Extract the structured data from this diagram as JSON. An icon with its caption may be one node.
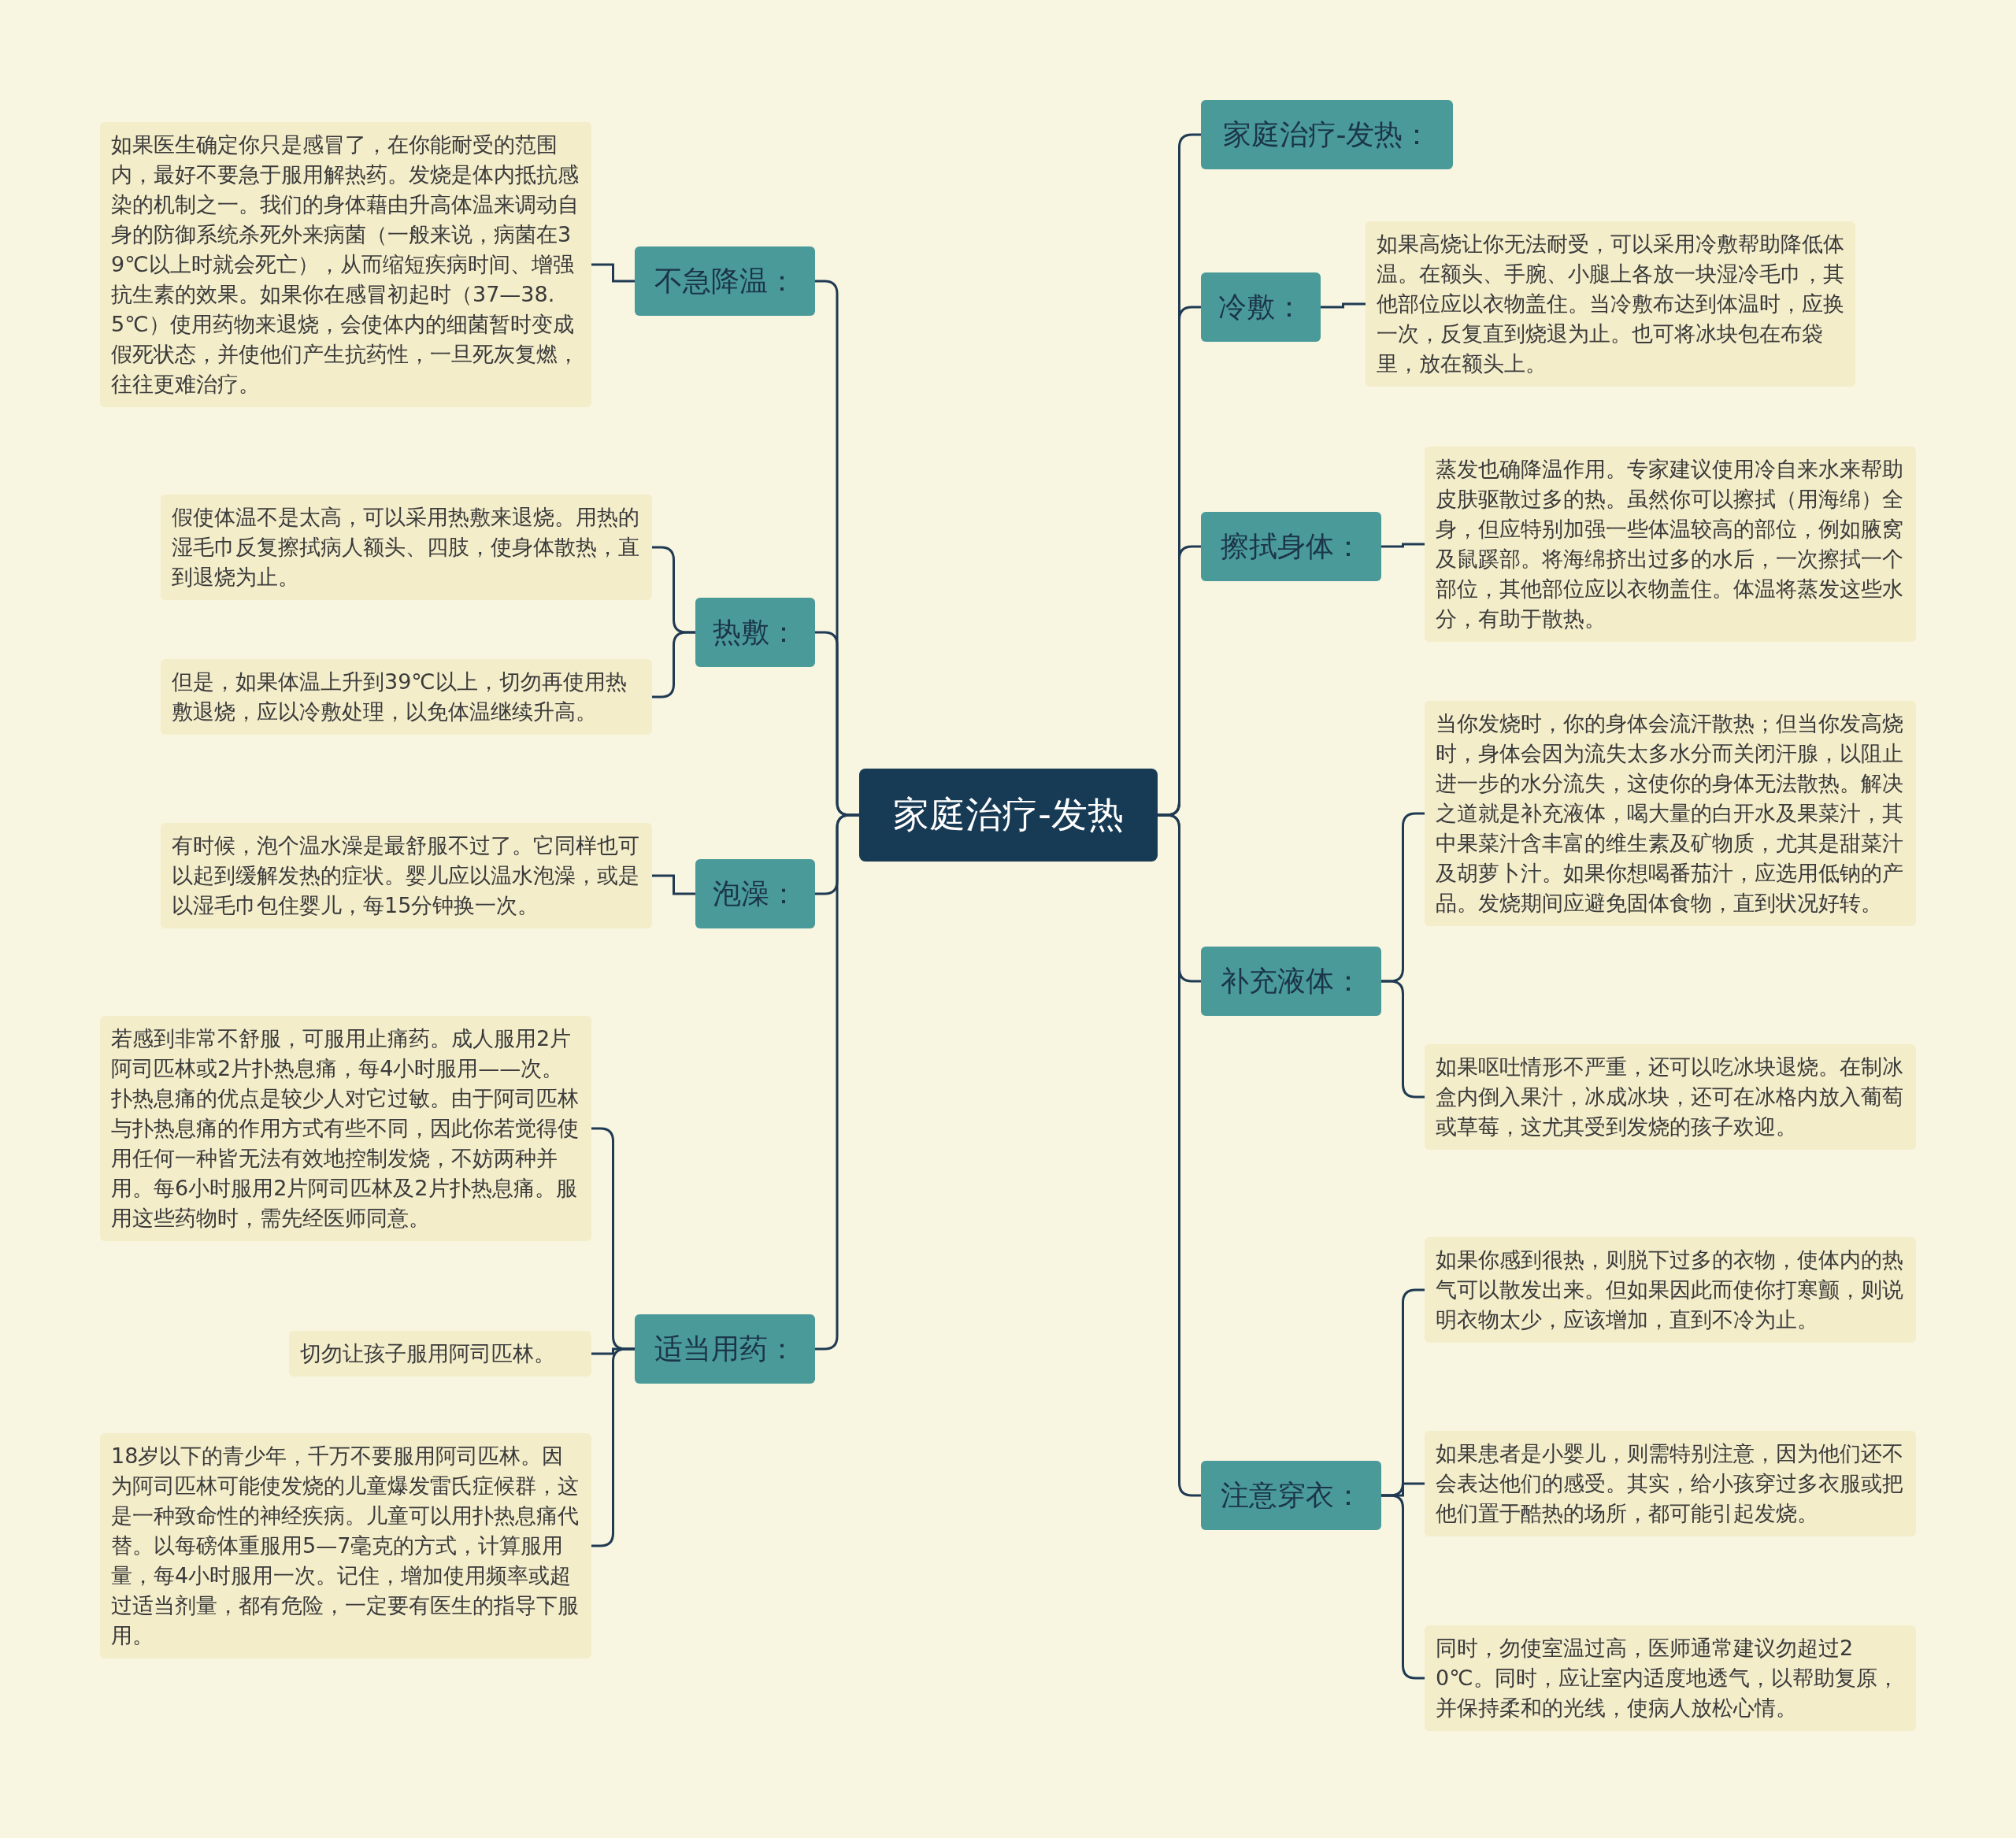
{
  "diagram": {
    "nodes": [
      {
        "text": [
          "家庭治疗-发热"
        ]
      },
      {
        "text": [
          "不急降温："
        ]
      },
      {
        "text": [
          "如果医生确定你只是感冒了，在你能耐受的范围内，最好不要急于服用解热药。发烧是体内抵抗感染的机制之一。我们的身体藉由升高体温来调动自身的防御系统杀死外来病菌（一般来说，病菌在39℃以上时就会死亡），从而缩短疾病时间、增强抗生素的效果。如果你在感冒初起时（37—38.5℃）使用药物来退烧，会使体内的细菌暂时变成假死状态，并使他们产生抗药性，一旦死灰复燃，往往更难治疗。"
        ]
      },
      {
        "text": [
          "热敷："
        ]
      },
      {
        "text": [
          "假使体温不是太高，可以采用热敷来退烧。用热的湿毛巾反复擦拭病人额头、四肢，使身体散热，直到退烧为止。"
        ]
      },
      {
        "text": [
          "但是，如果体温上升到39℃以上，切勿再使用热敷退烧，应以冷敷处理，以免体温继续升高。"
        ]
      },
      {
        "text": [
          "泡澡："
        ]
      },
      {
        "text": [
          "有时候，泡个温水澡是最舒服不过了。它同样也可以起到缓解发热的症状。婴儿应以温水泡澡，或是以湿毛巾包住婴儿，每15分钟换一次。"
        ]
      },
      {
        "text": [
          "适当用药："
        ]
      },
      {
        "text": [
          "若感到非常不舒服，可服用止痛药。成人服用2片阿司匹林或2片扑热息痛，每4小时服用——次。扑热息痛的优点是较少人对它过敏。由于阿司匹林与扑热息痛的作用方式有些不同，因此你若觉得使用任何一种皆无法有效地控制发烧，不妨两种并用。每6小时服用2片阿司匹林及2片扑热息痛。服用这些药物时，需先经医师同意。"
        ]
      },
      {
        "text": [
          "切勿让孩子服用阿司匹林。"
        ]
      },
      {
        "text": [
          "18岁以下的青少年，千万不要服用阿司匹林。因为阿司匹林可能使发烧的儿童爆发雷氏症候群，这是一种致命性的神经疾病。儿童可以用扑热息痛代替。以每磅体重服用5—7毫克的方式，计算服用量，每4小时服用一次。记住，增加使用频率或超过适当剂量，都有危险，一定要有医生的指导下服用。"
        ]
      },
      {
        "text": [
          "家庭治疗-发热："
        ]
      },
      {
        "text": [
          "冷敷："
        ]
      },
      {
        "text": [
          "如果高烧让你无法耐受，可以采用冷敷帮助降低体温。在额头、手腕、小腿上各放一块湿冷毛巾，其他部位应以衣物盖住。当冷敷布达到体温时，应换一次，反复直到烧退为止。也可将冰块包在布袋里，放在额头上。"
        ]
      },
      {
        "text": [
          "擦拭身体："
        ]
      },
      {
        "text": [
          "蒸发也确降温作用。专家建议使用冷自来水来帮助皮肤驱散过多的热。虽然你可以擦拭（用海绵）全身，但应特别加强一些体温较高的部位，例如腋窝及鼠蹊部。将海绵挤出过多的水后，一次擦拭一个部位，其他部位应以衣物盖住。体温将蒸发这些水分，有助于散热。"
        ]
      },
      {
        "text": [
          "补充液体："
        ]
      },
      {
        "text": [
          "当你发烧时，你的身体会流汗散热；但当你发高烧时，身体会因为流失太多水分而关闭汗腺，以阻止进一步的水分流失，这使你的身体无法散热。解决之道就是补充液体，喝大量的白开水及果菜汁，其中果菜汁含丰富的维生素及矿物质，尤其是甜菜汁及胡萝卜汁。如果你想喝番茄汁，应选用低钠的产品。发烧期间应避免固体食物，直到状况好转。"
        ]
      },
      {
        "text": [
          "如果呕吐情形不严重，还可以吃冰块退烧。在制冰盒内倒入果汁，冰成冰块，还可在冰格内放入葡萄或草莓，这尤其受到发烧的孩子欢迎。"
        ]
      },
      {
        "text": [
          "注意穿衣："
        ]
      },
      {
        "text": [
          "如果你感到很热，则脱下过多的衣物，使体内的热气可以散发出来。但如果因此而使你打寒颤，则说明衣物太少，应该增加，直到不冷为止。"
        ]
      },
      {
        "text": [
          "如果患者是小婴儿，则需特别注意，因为他们还不会表达他们的感受。其实，给小孩穿过多衣服或把他们置于酷热的场所，都可能引起发烧。"
        ]
      },
      {
        "text": [
          "同时，勿使室温过高，医师通常建议勿超过20℃。同时，应让室内适度地透气，以帮助复原，并保持柔和的光线，使病人放松心情。"
        ]
      }
    ],
    "edges": [
      {
        "from": 0,
        "to": 1,
        "arrow": "none"
      },
      {
        "from": 0,
        "to": 3,
        "arrow": "none"
      },
      {
        "from": 0,
        "to": 6,
        "arrow": "none"
      },
      {
        "from": 0,
        "to": 8,
        "arrow": "none"
      },
      {
        "from": 0,
        "to": 12,
        "arrow": "none"
      },
      {
        "from": 0,
        "to": 13,
        "arrow": "none"
      },
      {
        "from": 0,
        "to": 15,
        "arrow": "none"
      },
      {
        "from": 0,
        "to": 17,
        "arrow": "none"
      },
      {
        "from": 0,
        "to": 20,
        "arrow": "none"
      },
      {
        "from": 1,
        "to": 2,
        "arrow": "none"
      },
      {
        "from": 3,
        "to": 4,
        "arrow": "none"
      },
      {
        "from": 3,
        "to": 5,
        "arrow": "none"
      },
      {
        "from": 6,
        "to": 7,
        "arrow": "none"
      },
      {
        "from": 8,
        "to": 9,
        "arrow": "none"
      },
      {
        "from": 8,
        "to": 10,
        "arrow": "none"
      },
      {
        "from": 8,
        "to": 11,
        "arrow": "none"
      },
      {
        "from": 13,
        "to": 14,
        "arrow": "none"
      },
      {
        "from": 15,
        "to": 16,
        "arrow": "none"
      },
      {
        "from": 17,
        "to": 18,
        "arrow": "none"
      },
      {
        "from": 17,
        "to": 19,
        "arrow": "none"
      },
      {
        "from": 20,
        "to": 21,
        "arrow": "none"
      },
      {
        "from": 20,
        "to": 22,
        "arrow": "none"
      },
      {
        "from": 20,
        "to": 23,
        "arrow": "none"
      }
    ]
  }
}
